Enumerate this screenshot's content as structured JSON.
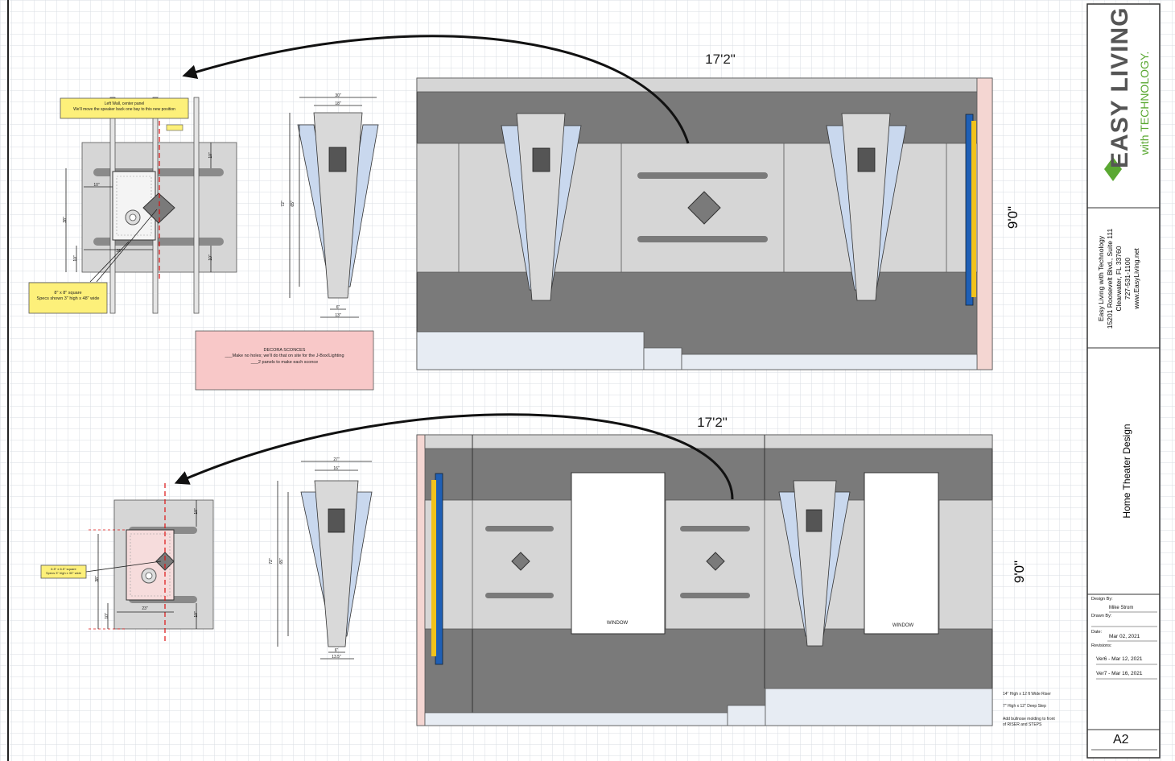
{
  "dimensions": {
    "top_width": "17'2\"",
    "top_height": "9'0\"",
    "bottom_width": "17'2\"",
    "bottom_height": "9'0\""
  },
  "notes": {
    "left_wall_line1": "Left Wall, center panel",
    "left_wall_line2": "We'll move the speaker back one bay to this new position",
    "square_top_line1": "8\" x 8\" square",
    "square_top_line2": "Specs shown 3\" high x 48\" wide",
    "sconces_title": "DECORA SCONCES",
    "sconces_line1": "___Make no holes;  we'll do that on site for the J-Box/Lighting",
    "sconces_line2": "___2 panels to make each sconce",
    "square_bottom_line1": "6.5\" x 6.5\" square",
    "square_bottom_line2": "Specs 3\" high x 30\" wide",
    "window_1": "WINDOW",
    "window_2": "WINDOW",
    "riser_note": "14\" High x 12 ft Wide Riser",
    "step_note": "7\" High x 12\" Deep Step",
    "bullnose_note_1": "Add bullnose molding to front",
    "bullnose_note_2": "of RISER and STEPS"
  },
  "sconce_dims_top": {
    "top_outer": "30\"",
    "top_inner": "18\"",
    "height_outer": "72\"",
    "height_inner": "65\"",
    "bottom_inner": "6\"",
    "bottom_outer": "13\""
  },
  "sconce_dims_bottom": {
    "top_outer": "27\"",
    "top_inner": "16\"",
    "height_outer": "72\"",
    "height_inner": "65\"",
    "bottom_inner": "6\"",
    "bottom_outer": "13.5\""
  },
  "detail_dims_top": {
    "d1": "10\"",
    "d2": "10\"",
    "d3": "10\"",
    "d4": "38\"",
    "d5": "10\"",
    "d6": "26\""
  },
  "detail_dims_bottom": {
    "d1": "10\"",
    "d2": "38\"",
    "d3": "10\"",
    "d4": "10\"",
    "d5": "23\""
  },
  "company": {
    "logo_main": "EASY LIVING",
    "logo_sub": "with TECHNOLOGY.",
    "name": "Easy Living with Technology",
    "address": "15201 Roosevelt Blvd., Suite 111",
    "city": "Clearwater, FL  33760",
    "phone": "727-531-1100",
    "web": "www.EasyLiving.net"
  },
  "title_block": {
    "project": "Home Theater Design",
    "designed_by_label": "Design By:",
    "designed_by": "Mike Strom",
    "drawn_by_label": "Drawn By:",
    "date_label": "Date:",
    "date": "Mar 02, 2021",
    "revisions_label": "Revisions:",
    "rev_1": "Ver6 - Mar 12, 2021",
    "rev_2": "Ver7 - Mar 16, 2021",
    "sheet": "A2"
  },
  "colors": {
    "grid": "#d9dde3",
    "wall_dark": "#7a7a7a",
    "panel_light": "#d6d6d6",
    "sconce_blue": "#c9d8ee",
    "sconce_face": "#d9d9d9",
    "screen_blue": "#1f5fb5",
    "screen_yellow": "#f2c21b",
    "trim_pink": "#f4d6d2",
    "note_yellow": "#fdf07a",
    "note_pink": "#f8c8c8",
    "logo_green": "#5aa832"
  }
}
